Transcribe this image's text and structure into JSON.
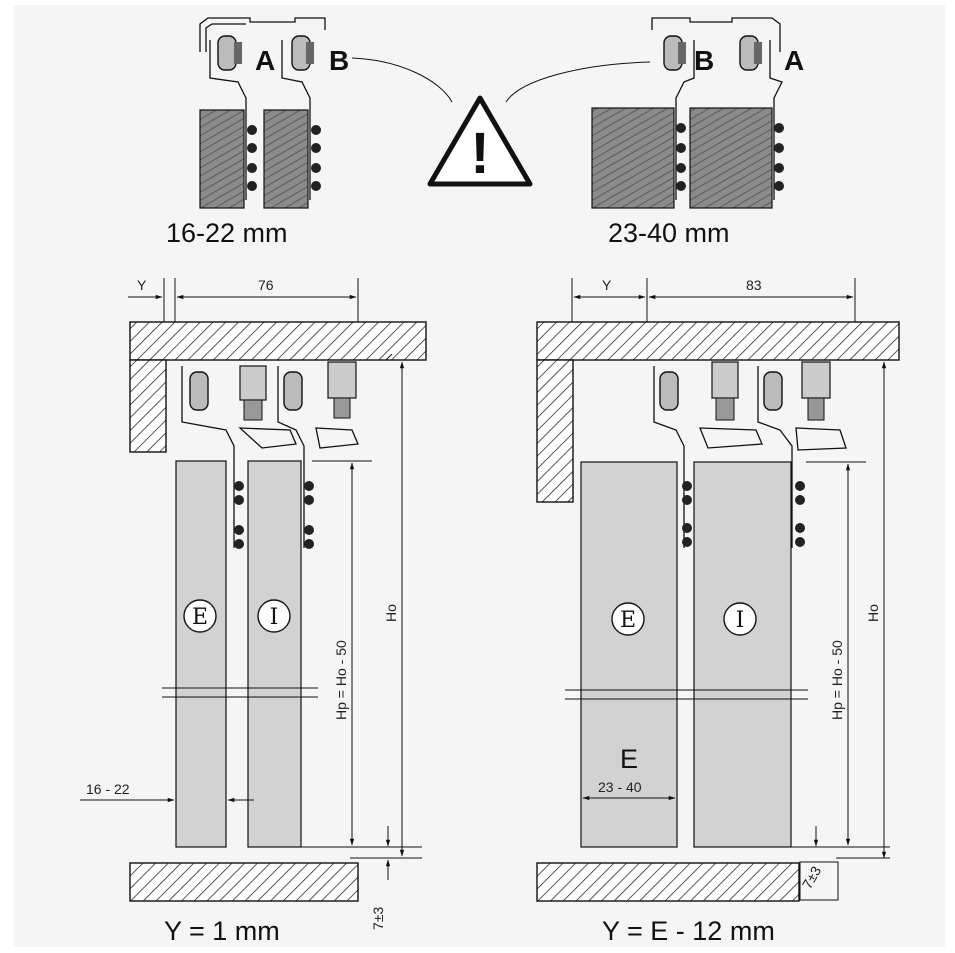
{
  "top": {
    "left_label_a": "A",
    "left_label_b": "B",
    "right_label_b": "B",
    "right_label_a": "A",
    "left_range": "16-22 mm",
    "right_range": "23-40 mm",
    "warning_glyph": "!"
  },
  "left_section": {
    "dim_y": "Y",
    "dim_width": "76",
    "dim_ho": "Ho",
    "dim_hp": "Hp = Ho - 50",
    "panel_outer": "E",
    "panel_inner": "I",
    "thickness": "16 - 22",
    "gap": "7±3",
    "formula": "Y = 1 mm"
  },
  "right_section": {
    "dim_y": "Y",
    "dim_width": "83",
    "dim_ho": "Ho",
    "dim_hp": "Hp = Ho - 50",
    "panel_outer": "E",
    "panel_inner": "I",
    "thickness_label": "E",
    "thickness": "23 - 40",
    "gap": "7±3",
    "formula": "Y = E - 12 mm"
  },
  "icons": [
    "warning-triangle-icon",
    "roller-carriage-icon",
    "wall-hatch-icon",
    "floor-hatch-icon"
  ]
}
